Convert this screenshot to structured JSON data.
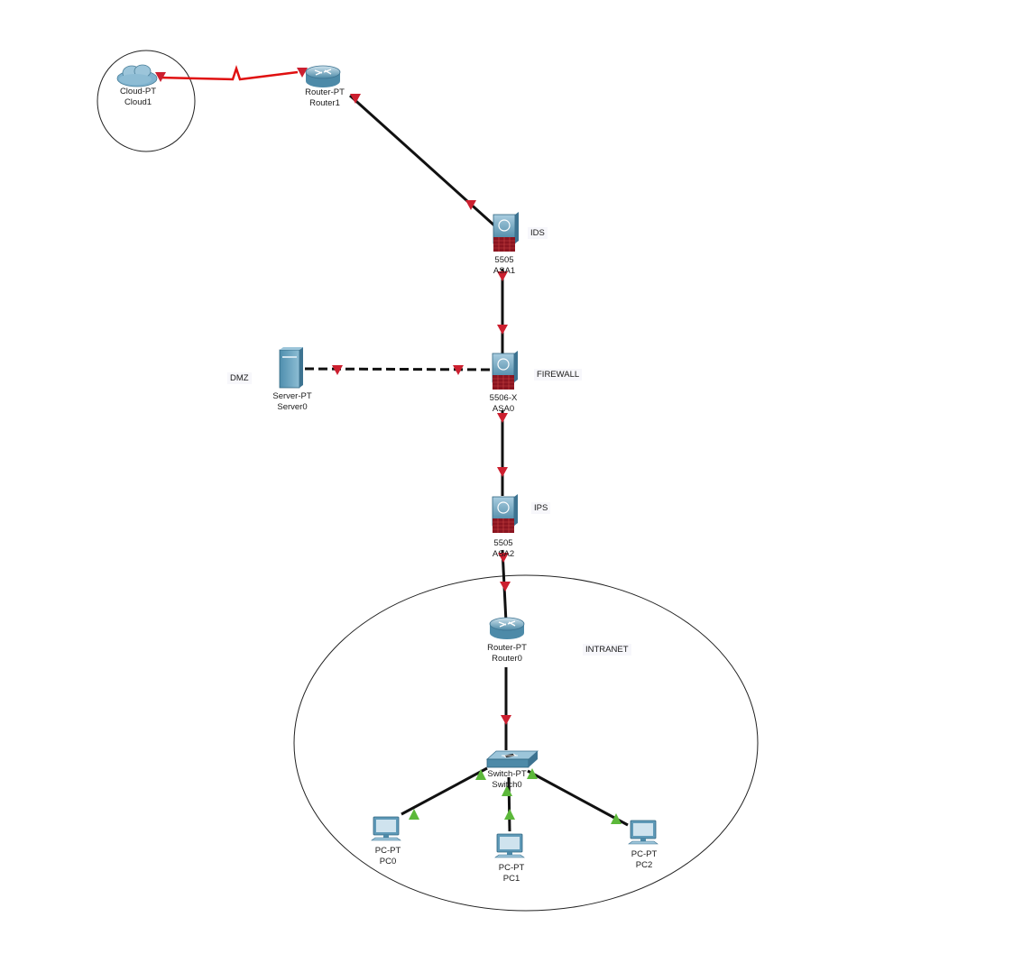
{
  "devices": {
    "cloud1": {
      "type": "Cloud-PT",
      "name": "Cloud1",
      "icon": "cloud-icon"
    },
    "router1": {
      "type": "Router-PT",
      "name": "Router1",
      "icon": "router-icon"
    },
    "asa1": {
      "type": "5505",
      "name": "ASA1",
      "icon": "asa-firewall-icon"
    },
    "asa0": {
      "type": "5506-X",
      "name": "ASA0",
      "icon": "asa-firewall-icon"
    },
    "server0": {
      "type": "Server-PT",
      "name": "Server0",
      "icon": "server-icon"
    },
    "asa2": {
      "type": "5505",
      "name": "ASA2",
      "icon": "asa-firewall-icon"
    },
    "router0": {
      "type": "Router-PT",
      "name": "Router0",
      "icon": "router-icon"
    },
    "switch0": {
      "type": "Switch-PT",
      "name": "Switch0",
      "icon": "switch-icon"
    },
    "pc0": {
      "type": "PC-PT",
      "name": "PC0",
      "icon": "pc-icon"
    },
    "pc1": {
      "type": "PC-PT",
      "name": "PC1",
      "icon": "pc-icon"
    },
    "pc2": {
      "type": "PC-PT",
      "name": "PC2",
      "icon": "pc-icon"
    }
  },
  "notes": {
    "ids": "IDS",
    "firewall": "FIREWALL",
    "dmz": "DMZ",
    "ips": "IPS",
    "intranet": "INTRANET"
  },
  "links": [
    {
      "from": "cloud1",
      "to": "router1",
      "style": "serial",
      "status": "down"
    },
    {
      "from": "router1",
      "to": "asa1",
      "style": "copper-straight",
      "status": "down"
    },
    {
      "from": "asa1",
      "to": "asa0",
      "style": "copper-straight",
      "status": "down"
    },
    {
      "from": "server0",
      "to": "asa0",
      "style": "copper-cross",
      "status": "down"
    },
    {
      "from": "asa0",
      "to": "asa2",
      "style": "copper-straight",
      "status": "down"
    },
    {
      "from": "asa2",
      "to": "router0",
      "style": "copper-straight",
      "status": "down"
    },
    {
      "from": "router0",
      "to": "switch0",
      "style": "copper-straight",
      "status": "down"
    },
    {
      "from": "switch0",
      "to": "pc0",
      "style": "copper-straight",
      "status": "up"
    },
    {
      "from": "switch0",
      "to": "pc1",
      "style": "copper-straight",
      "status": "up"
    },
    {
      "from": "switch0",
      "to": "pc2",
      "style": "copper-straight",
      "status": "up"
    }
  ],
  "colors": {
    "link_down": "#cc1f2f",
    "link_up": "#5cb83a",
    "serial": "#e01010",
    "cable": "#111111",
    "device_blue": "#5f9ab8",
    "firewall_red": "#8a1520"
  }
}
